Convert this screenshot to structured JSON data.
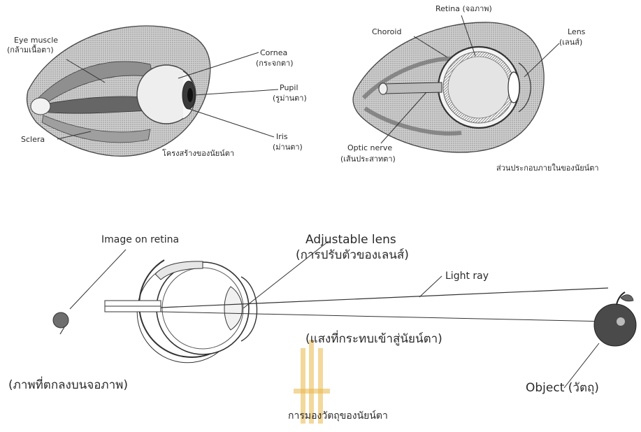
{
  "panel_top_left": {
    "eye_muscle": "Eye muscle",
    "eye_muscle_th": "(กล้ามเนื้อตา)",
    "cornea": "Cornea",
    "cornea_th": "(กระจกตา)",
    "pupil": "Pupil",
    "pupil_th": "(รูม่านตา)",
    "sclera": "Sclera",
    "iris": "Iris",
    "iris_th": "(ม่านตา)",
    "caption": "โครงสร้างของนัยน์ตา"
  },
  "panel_top_right": {
    "retina": "Retina (จอภาพ)",
    "choroid": "Choroid",
    "lens": "Lens",
    "lens_th": "(เลนส์)",
    "optic_nerve": "Optic nerve",
    "optic_nerve_th": "(เส้นประสาทตา)",
    "caption": "ส่วนประกอบภายในของนัยน์ตา"
  },
  "panel_bottom": {
    "image_on_retina": "Image on retina",
    "adjustable_lens": "Adjustable lens",
    "adjustable_lens_th": "(การปรับตัวของเลนส์)",
    "light_ray": "Light ray",
    "light_ray_th": "(แสงที่กระทบเข้าสู่นัยน์ตา)",
    "image_th": "(ภาพที่ตกลงบนจอภาพ)",
    "object": "Object (วัตถุ)",
    "caption": "การมองวัตถุของนัยน์ตา"
  },
  "colors": {
    "line": "#333333",
    "fill_light": "#d8d8d8",
    "fill_mid": "#9a9a9a",
    "fill_dark": "#555555",
    "watermark": "#e9b84a"
  }
}
